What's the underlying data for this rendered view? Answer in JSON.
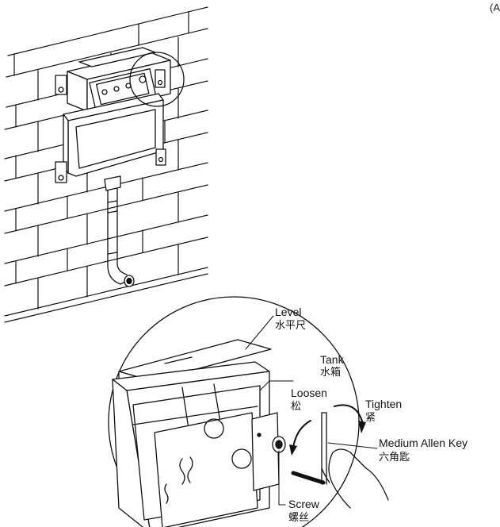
{
  "corner_text": "(A",
  "labels": {
    "level": {
      "en": "Level",
      "zh": "水平尺"
    },
    "tank": {
      "en": "Tank",
      "zh": "水箱"
    },
    "loosen": {
      "en": "Loosen",
      "zh": "松"
    },
    "tighten": {
      "en": "Tighten",
      "zh": "紧"
    },
    "allen": {
      "en": "Medium Allen Key",
      "zh": "六角匙"
    },
    "screw": {
      "en": "Screw",
      "zh": "螺丝"
    }
  },
  "colors": {
    "line": "#111111",
    "fill": "#ffffff",
    "shade": "#dcdcdc"
  }
}
